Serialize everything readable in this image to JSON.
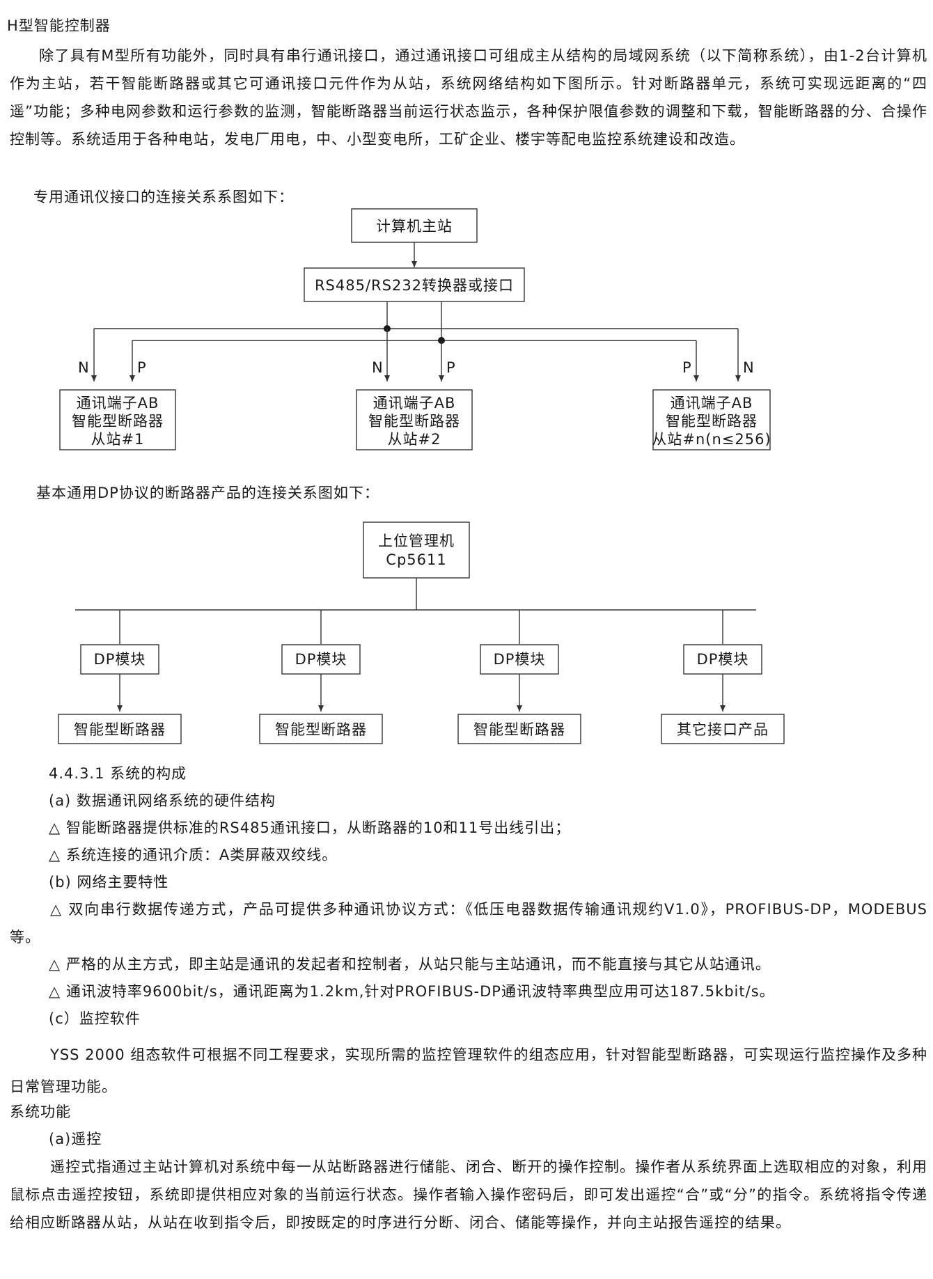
{
  "section_title": "H型智能控制器",
  "intro_paragraph": "除了具有M型所有功能外，同时具有串行通讯接口，通过通讯接口可组成主从结构的局域网系统（以下简称系统），由1-2台计算机作为主站，若干智能断路器或其它可通讯接口元件作为从站，系统网络结构如下图所示。针对断路器单元，系统可实现远距离的“四遥”功能；多种电网参数和运行参数的监测，智能断路器当前运行状态监示，各种保护限值参数的调整和下载，智能断路器的分、合操作控制等。系统适用于各种电站，发电厂用电，中、小型变电所，工矿企业、楼宇等配电监控系统建设和改造。",
  "diagram1": {
    "caption": "专用通讯仪接口的连接关系系图如下：",
    "master": "计算机主站",
    "converter": "RS485/RS232转换器或接口",
    "slaves": [
      {
        "line1": "通讯端子AB",
        "line2": "智能型断路器",
        "line3": "从站#1",
        "left_pin": "N",
        "right_pin": "P"
      },
      {
        "line1": "通讯端子AB",
        "line2": "智能型断路器",
        "line3": "从站#2",
        "left_pin": "N",
        "right_pin": "P"
      },
      {
        "line1": "通讯端子AB",
        "line2": "智能型断路器",
        "line3": "从站#n(n≤256)",
        "left_pin": "P",
        "right_pin": "N"
      }
    ]
  },
  "diagram2": {
    "caption": "基本通用DP协议的断路器产品的连接关系图如下：",
    "master_line1": "上位管理机",
    "master_line2": "Cp5611",
    "columns": [
      {
        "module": "DP模块",
        "device": "智能型断路器"
      },
      {
        "module": "DP模块",
        "device": "智能型断路器"
      },
      {
        "module": "DP模块",
        "device": "智能型断路器"
      },
      {
        "module": "DP模块",
        "device": "其它接口产品"
      }
    ]
  },
  "lines": {
    "s4431": "4.4.3.1 系统的构成",
    "a": "(a) 数据通讯网络系统的硬件结构",
    "a1": "△ 智能断路器提供标准的RS485通讯接口，从断路器的10和11号出线引出；",
    "a2": "△ 系统连接的通讯介质：A类屏蔽双绞线。",
    "b": "(b) 网络主要特性",
    "b1": "△ 双向串行数据传递方式，产品可提供多种通讯协议方式：《低压电器数据传输通讯规约V1.0》，PROFIBUS-DP，MODEBUS等。",
    "b2": "△ 严格的从主方式，即主站是通讯的发起者和控制者，从站只能与主站通讯，而不能直接与其它从站通讯。",
    "b3": "△ 通讯波特率9600bit/s，通讯距离为1.2km,针对PROFIBUS-DP通讯波特率典型应用可达187.5kbit/s。",
    "c": "(c）监控软件",
    "c1": "YSS 2000 组态软件可根据不同工程要求，实现所需的监控管理软件的组态应用，针对智能型断路器，可实现运行监控操作及多种日常管理功能。",
    "sys_func": "系统功能",
    "remote_title": "(a)遥控",
    "remote_paragraph": "遥控式指通过主站计算机对系统中每一从站断路器进行储能、闭合、断开的操作控制。操作者从系统界面上选取相应的对象，利用鼠标点击遥控按钮，系统即提供相应对象的当前运行状态。操作者输入操作密码后，即可发出遥控“合”或“分”的指令。系统将指令传递给相应断路器从站，从站在收到指令后，即按既定的时序进行分断、闭合、储能等操作，并向主站报告遥控的结果。"
  }
}
